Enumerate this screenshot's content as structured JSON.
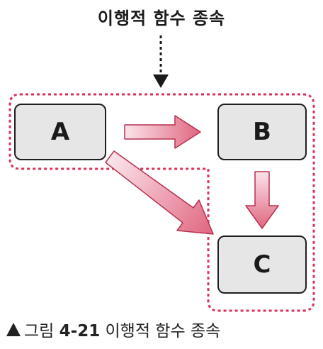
{
  "diagram": {
    "top_label": "이행적 함수 종속",
    "nodes": [
      {
        "id": "a",
        "label": "A"
      },
      {
        "id": "b",
        "label": "B"
      },
      {
        "id": "c",
        "label": "C"
      }
    ],
    "edges": [
      {
        "from": "A",
        "to": "B"
      },
      {
        "from": "B",
        "to": "C"
      },
      {
        "from": "A",
        "to": "C"
      }
    ],
    "caption": {
      "marker": "▲",
      "figure_prefix": "그림",
      "figure_number": "4-21",
      "title": "이행적 함수 종속"
    },
    "colors": {
      "dashed_border": "#d8325a",
      "arrow_light": "#fbe4ea",
      "arrow_dark": "#e06680",
      "node_fill": "#e6e6e6",
      "node_border": "#1e1e1e"
    }
  }
}
